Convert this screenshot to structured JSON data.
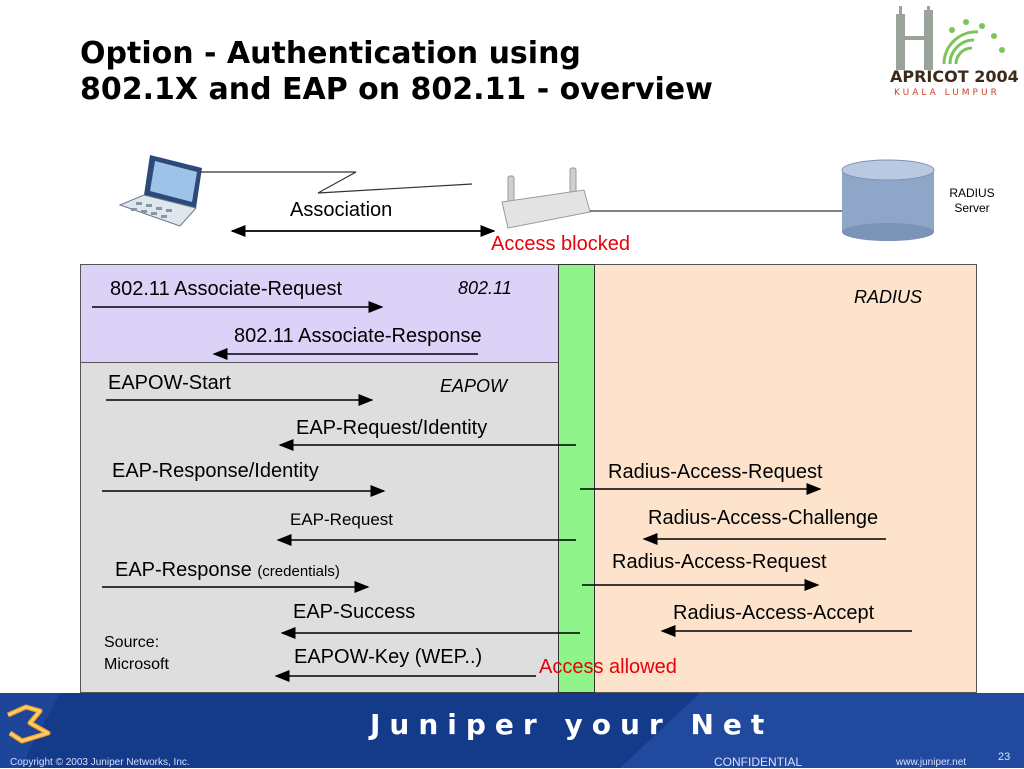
{
  "slide": {
    "title_line1": "Option - Authentication using",
    "title_line2": "802.1X and EAP on 802.11  - overview",
    "page_number": "23"
  },
  "logo": {
    "name": "APRICOT 2004",
    "city": "KUALA LUMPUR"
  },
  "devices": {
    "radius_label_line1": "RADIUS",
    "radius_label_line2": "Server",
    "association_label": "Association",
    "access_blocked": "Access blocked",
    "access_allowed": "Access allowed"
  },
  "sections": {
    "s80211": "802.11",
    "eapow": "EAPOW",
    "radius": "RADIUS"
  },
  "messages": {
    "assoc_request": "802.11 Associate-Request",
    "assoc_response": "802.11 Associate-Response",
    "eapow_start": "EAPOW-Start",
    "eap_request_identity": "EAP-Request/Identity",
    "eap_response_identity": "EAP-Response/Identity",
    "eap_request": "EAP-Request",
    "eap_response": "EAP-Response",
    "eap_response_suffix": "(credentials)",
    "eap_success": "EAP-Success",
    "eapow_key": "EAPOW-Key (WEP..)",
    "radius_access_request_1": "Radius-Access-Request",
    "radius_access_challenge": "Radius-Access-Challenge",
    "radius_access_request_2": "Radius-Access-Request",
    "radius_access_accept": "Radius-Access-Accept"
  },
  "source": {
    "line1": "Source:",
    "line2": "Microsoft"
  },
  "footer": {
    "brand": "Juniper your Net",
    "copyright": "Copyright © 2003 Juniper Networks, Inc.",
    "confidential": "CONFIDENTIAL",
    "url": "www.juniper.net"
  },
  "colors": {
    "panel_80211": "#dcd2f8",
    "panel_eapow": "#dedede",
    "panel_radius": "#fde3cb",
    "panel_access_point": "#8ff58a",
    "status_red": "#e8000b",
    "footer_blue": "#143a8a",
    "brand_orange": "#f5a623"
  },
  "icons": [
    "laptop-icon",
    "access-point-icon",
    "radius-server-icon",
    "apricot-logo",
    "juniper-swirl-icon"
  ]
}
